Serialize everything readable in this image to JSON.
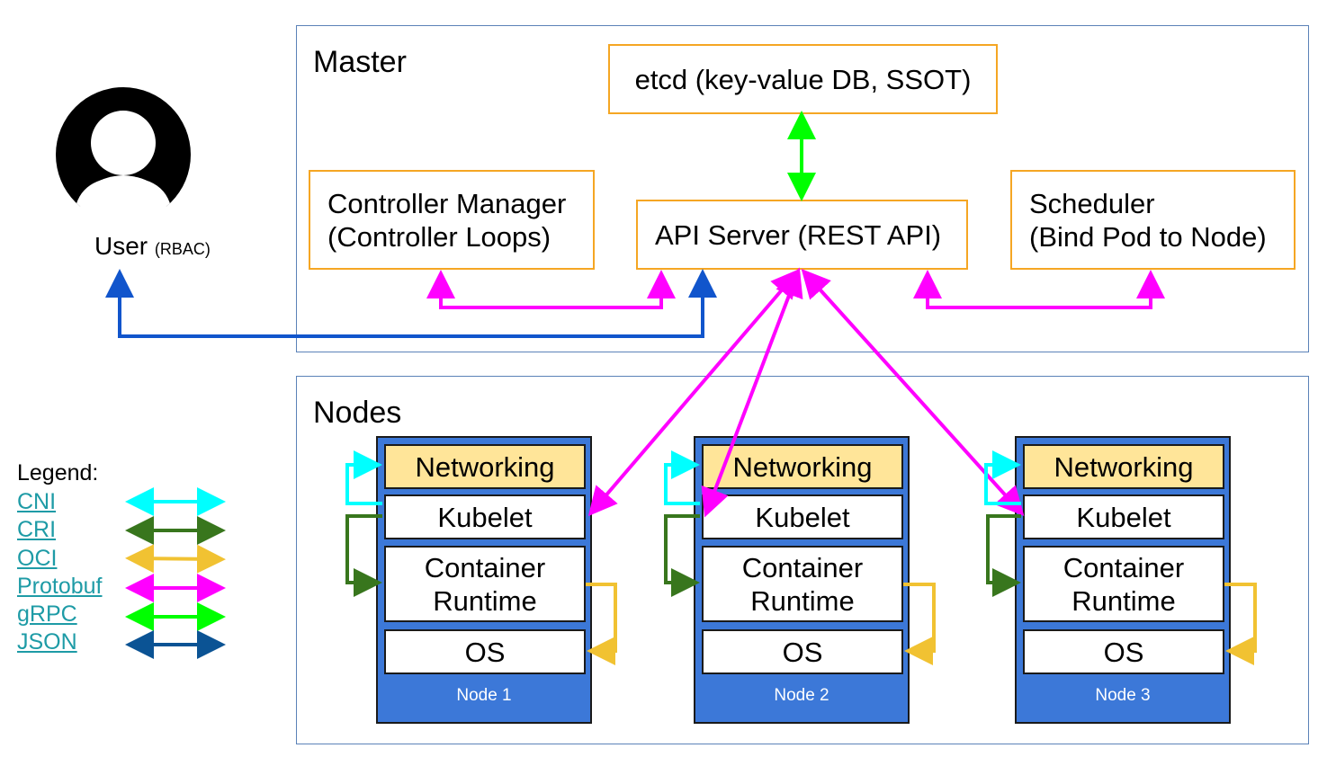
{
  "master": {
    "title": "Master",
    "etcd": "etcd (key-value DB, SSOT)",
    "controller_manager": [
      "Controller Manager",
      "(Controller Loops)"
    ],
    "api_server": "API Server (REST API)",
    "scheduler": [
      "Scheduler",
      "(Bind Pod to Node)"
    ]
  },
  "user": {
    "label": "User",
    "note": "(RBAC)",
    "icon": "user-avatar-icon"
  },
  "nodes": {
    "title": "Nodes",
    "items": [
      {
        "networking": "Networking",
        "kubelet": "Kubelet",
        "runtime": [
          "Container",
          "Runtime"
        ],
        "os": "OS",
        "label": "Node 1"
      },
      {
        "networking": "Networking",
        "kubelet": "Kubelet",
        "runtime": [
          "Container",
          "Runtime"
        ],
        "os": "OS",
        "label": "Node 2"
      },
      {
        "networking": "Networking",
        "kubelet": "Kubelet",
        "runtime": [
          "Container",
          "Runtime"
        ],
        "os": "OS",
        "label": "Node 3"
      }
    ]
  },
  "legend": {
    "title": "Legend:",
    "items": [
      {
        "label": "CNI",
        "color": "#00ffff"
      },
      {
        "label": "CRI",
        "color": "#38761d"
      },
      {
        "label": "OCI",
        "color": "#f1c232"
      },
      {
        "label": "Protobuf",
        "color": "#ff00ff"
      },
      {
        "label": "gRPC",
        "color": "#00ff00"
      },
      {
        "label": "JSON",
        "color": "#0b5394"
      }
    ]
  },
  "colors": {
    "box_border": "#f5a623",
    "node_fill": "#3c78d8",
    "networking_fill": "#ffe599",
    "region_border": "#5b82b8",
    "user_arrow": "#1155cc"
  }
}
